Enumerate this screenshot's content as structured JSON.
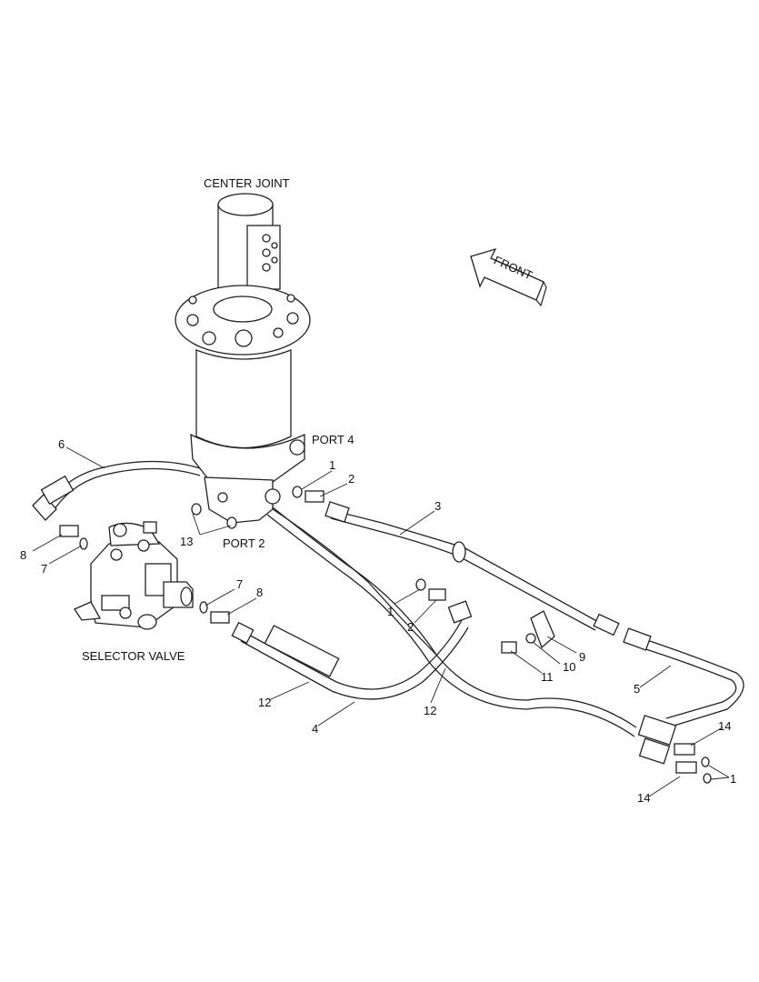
{
  "labels": {
    "center_joint": "CENTER JOINT",
    "front": "FRONT",
    "port4": "PORT 4",
    "port2": "PORT 2",
    "selector_valve": "SELECTOR VALVE"
  },
  "callouts": [
    "6",
    "1",
    "2",
    "3",
    "8",
    "7",
    "13",
    "7",
    "8",
    "1",
    "2",
    "9",
    "10",
    "11",
    "12",
    "12",
    "4",
    "5",
    "14",
    "14",
    "1"
  ]
}
